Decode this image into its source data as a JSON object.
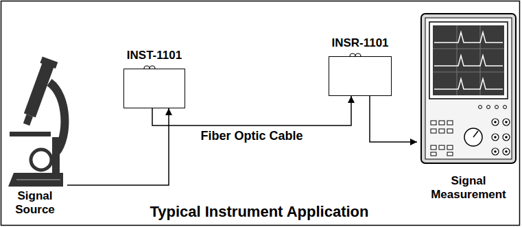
{
  "diagram": {
    "caption": "Typical Instrument Application",
    "nodes": [
      {
        "text": [
          "Signal Source"
        ]
      },
      {
        "text": [
          "INST-1101"
        ]
      },
      {
        "text": [
          "INSR-1101"
        ]
      },
      {
        "text": [
          "Signal Measurement"
        ]
      }
    ],
    "edges": [
      {
        "from": 0,
        "to": 1,
        "arrow": "to"
      },
      {
        "from": 1,
        "to": 2,
        "label": "Fiber Optic Cable",
        "arrow": "to"
      },
      {
        "from": 2,
        "to": 3,
        "arrow": "to"
      }
    ]
  }
}
